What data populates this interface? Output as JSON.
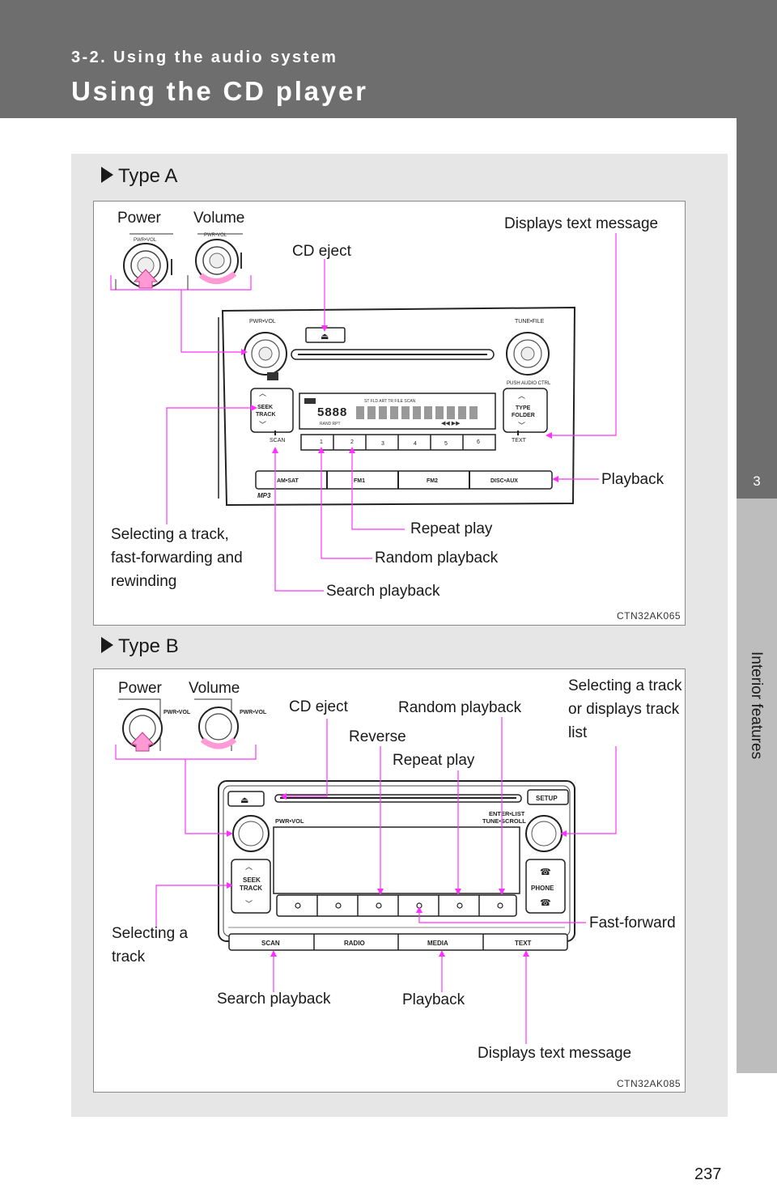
{
  "header": {
    "section": "3-2. Using the audio system",
    "title": "Using the CD player"
  },
  "side_tab": {
    "chapter_number": "3",
    "chapter_title": "Interior features"
  },
  "type_a": {
    "heading": "Type A",
    "labels": {
      "power": "Power",
      "volume": "Volume",
      "cd_eject": "CD eject",
      "displays_text_message": "Displays text message",
      "playback": "Playback",
      "repeat_play": "Repeat play",
      "random_playback": "Random playback",
      "search_playback": "Search playback",
      "selecting_track": "Selecting a track, fast-forwarding and rewinding"
    },
    "unit_text": {
      "pwr_vol": "PWR•VOL",
      "tune_file": "TUNE•FILE",
      "push_audio_ctrl": "PUSH AUDIO CTRL",
      "seek_track": "SEEK TRACK",
      "type_folder": "TYPE FOLDER",
      "scan": "SCAN",
      "text": "TEXT",
      "presets": [
        "1",
        "2",
        "3",
        "4",
        "5",
        "6"
      ],
      "am_sat": "AM•SAT",
      "fm1": "FM1",
      "fm2": "FM2",
      "disc_aux": "DISC•AUX",
      "mp3": "MP3"
    },
    "figure_code": "CTN32AK065"
  },
  "type_b": {
    "heading": "Type B",
    "labels": {
      "power": "Power",
      "volume": "Volume",
      "cd_eject": "CD eject",
      "random_playback": "Random playback",
      "reverse": "Reverse",
      "repeat_play": "Repeat play",
      "selecting_track_list": "Selecting a track or displays track list",
      "fast_forward": "Fast-forward",
      "selecting_track": "Selecting a track",
      "search_playback": "Search playback",
      "playback": "Playback",
      "displays_text_message": "Displays text message"
    },
    "unit_text": {
      "pwr_vol": "PWR•VOL",
      "setup": "SETUP",
      "enter_list": "ENTER•LIST",
      "tune_scroll": "TUNE•SCROLL",
      "seek_track": "SEEK TRACK",
      "phone": "PHONE",
      "scan": "SCAN",
      "radio": "RADIO",
      "media": "MEDIA",
      "text": "TEXT"
    },
    "figure_code": "CTN32AK085"
  },
  "page_number": "237",
  "colors": {
    "leader_line": "#ff33ff",
    "header_bg": "#6e6e6e",
    "panel_bg": "#e6e6e6"
  }
}
